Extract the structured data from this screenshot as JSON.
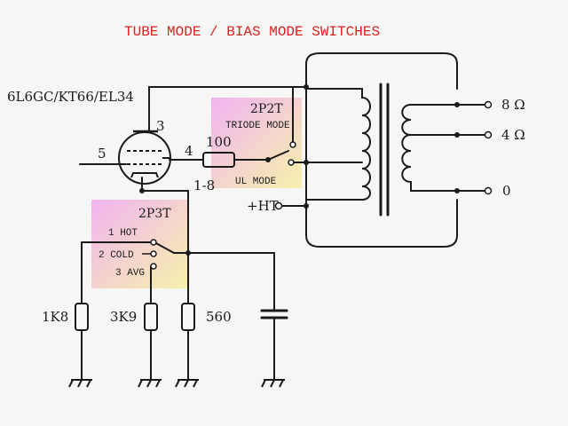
{
  "title": "TUBE MODE / BIAS MODE SWITCHES",
  "colors": {
    "title": "#e02020",
    "ink": "#1a1a1a",
    "paper": "#f6f6f4",
    "highlight_start": "#f0a8f0",
    "highlight_end": "#f6f0a0"
  },
  "tube": {
    "type_label": "6L6GC/KT66/EL34",
    "pin_plate": "3",
    "pin_screen": "4",
    "pin_grid": "5",
    "pin_cathode": "1-8"
  },
  "screen_resistor": "100",
  "mode_switch": {
    "type": "2P2T",
    "position_triode": "TRIODE MODE",
    "position_ul": "UL MODE"
  },
  "bias_switch": {
    "type": "2P3T",
    "position_1": "1 HOT",
    "position_2": "2 COLD",
    "position_3": "3 AVG"
  },
  "resistors": {
    "r_hot": "1K8",
    "r_cold": "3K9",
    "r_base": "560"
  },
  "supply": "+HT",
  "outputs": [
    "8 Ω",
    "4 Ω",
    "0"
  ],
  "icons": [
    "vacuum-tube-icon",
    "output-transformer-icon",
    "resistor-icon",
    "capacitor-icon",
    "ground-icon",
    "switch-icon"
  ]
}
